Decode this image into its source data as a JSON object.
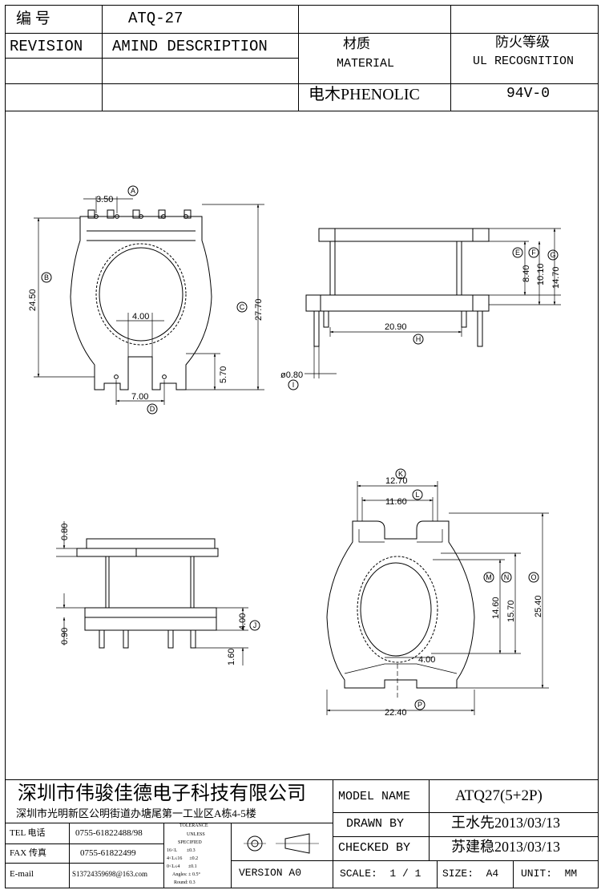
{
  "header": {
    "number_label": "编  号",
    "part_number": "ATQ-27",
    "revision_label": "REVISION",
    "amind_label": "AMIND DESCRIPTION",
    "material_cn": "材质",
    "material_en": "MATERIAL",
    "material_value": "电木PHENOLIC",
    "ul_cn": "防火等级",
    "ul_en": "UL RECOGNITION",
    "ul_value": "94V-0"
  },
  "dimensions": {
    "a": "3.50",
    "b": "24.50",
    "c": "27.70",
    "d": "7.00",
    "slot": "4.00",
    "tab": "5.70",
    "e": "8.40",
    "f": "10.10",
    "g": "14.70",
    "h": "20.90",
    "i": "ø0.80",
    "top_flange": "0.80",
    "j": "4.00",
    "pin_low": "0.90",
    "pin_len": "1.60",
    "k": "12.70",
    "l": "11.60",
    "m": "14.60",
    "n": "15.70",
    "o": "25.40",
    "p": "22.40",
    "slot_b": "4.00"
  },
  "callouts": [
    "A",
    "B",
    "C",
    "D",
    "E",
    "F",
    "G",
    "H",
    "I",
    "J",
    "K",
    "L",
    "M",
    "N",
    "O",
    "P"
  ],
  "title_block": {
    "company": "深圳市伟骏佳德电子科技有限公司",
    "address": "深圳市光明新区公明街道办塘尾第一工业区A栋4-5楼",
    "tel_label": "TEL 电话",
    "tel_value": "0755-61822488/98",
    "fax_label": "FAX 传真",
    "fax_value": "0755-61822499",
    "email_label": "E-mail",
    "email_value": "S13724359698@163.com",
    "tolerance_title": "TOLERANCE",
    "tolerance_unless": "UNLESS",
    "tolerance_specified": "SPECIFIED",
    "tol_1": "16<L        ±0.3",
    "tol_2": "4<L≤16      ±0.2",
    "tol_3": "0<L≤4       ±0.1",
    "tol_angles": "Angles: ± 0.5°",
    "tol_round": "Round: 0.3",
    "version": "VERSION A0",
    "model_label": "MODEL NAME",
    "model_value": "ATQ27(5+2P)",
    "drawn_label": "DRAWN BY",
    "drawn_value": "王水先2013/03/13",
    "checked_label": "CHECKED BY",
    "checked_value": "苏建稳2013/03/13",
    "scale": "SCALE:  1 / 1",
    "size": "SIZE:  A4",
    "unit": "UNIT:  MM"
  }
}
